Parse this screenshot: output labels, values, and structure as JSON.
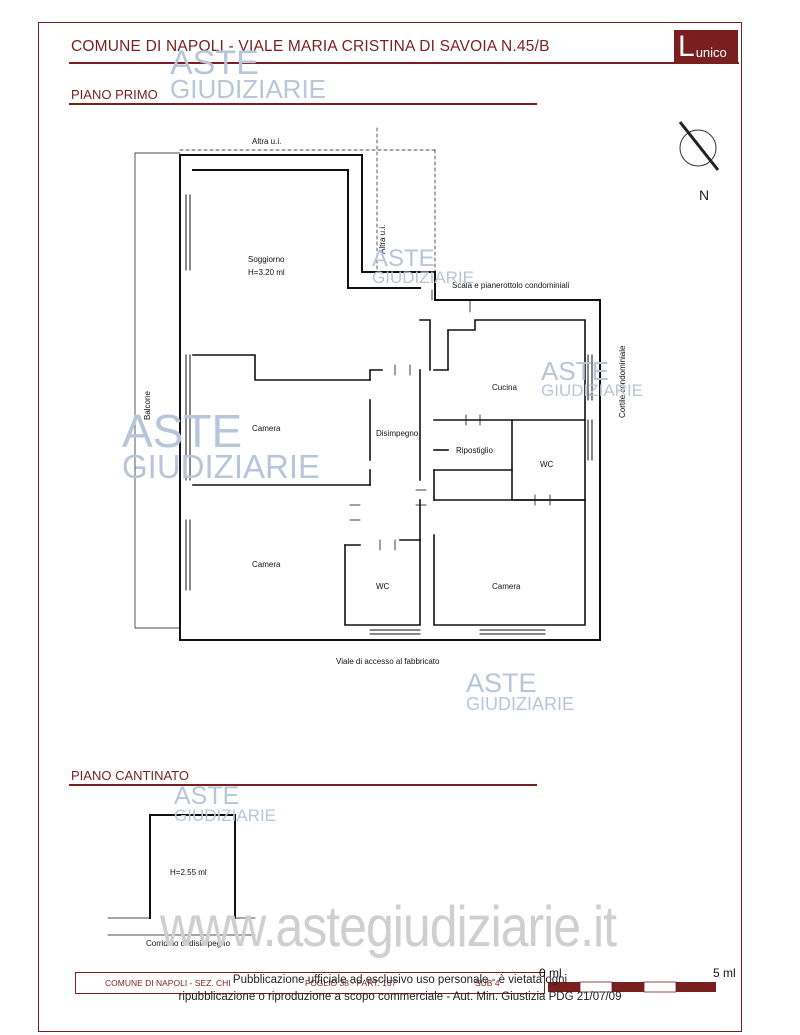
{
  "header": {
    "title": "COMUNE  DI NAPOLI - VIALE MARIA CRISTINA DI SAVOIA N.45/B",
    "badge_letter": "L",
    "badge_word": "unico"
  },
  "sections": {
    "first_floor": "PIANO PRIMO",
    "basement": "PIANO CANTINATO"
  },
  "compass": {
    "north_label": "N"
  },
  "rooms": {
    "soggiorno": "Soggiorno",
    "soggiorno_h": "H=3.20 ml",
    "camera1": "Camera",
    "camera2": "Camera",
    "camera3": "Camera",
    "disimpegno": "Disimpegno",
    "cucina": "Cucina",
    "ripostiglio": "Ripostiglio",
    "wc1": "WC",
    "wc2": "WC"
  },
  "annotations": {
    "altra_top": "Altra u.i.",
    "altra_side": "Altra u.i.",
    "scala": "Scala e pianerottolo condominiali",
    "cortile": "Cortile condominiale",
    "balcone": "Balcone",
    "viale": "Viale di accesso al fabbricato",
    "cantina_h": "H=2.55 ml",
    "corridoio": "Corridoio di disimpegno"
  },
  "watermarks": {
    "line1": "ASTE",
    "line2": "GIUDIZIARIE",
    "site": "www.astegiudiziarie.it"
  },
  "footer": {
    "cell1": "COMUNE DI NAPOLI - SEZ. CHI",
    "cell2": "FOGLIO 38 - PART. 167",
    "cell3": "SUB 4",
    "scale_start": "0 ml",
    "scale_end": "5 ml",
    "publication_line1": "Pubblicazione ufficiale ad esclusivo uso personale - è vietata ogni",
    "publication_line2": "ripubblicazione o riproduzione a scopo commerciale - Aut. Min. Giustizia PDG 21/07/09"
  },
  "colors": {
    "brand": "#7a1f1f",
    "watermark": "#b8c6da",
    "wall": "#111111"
  }
}
